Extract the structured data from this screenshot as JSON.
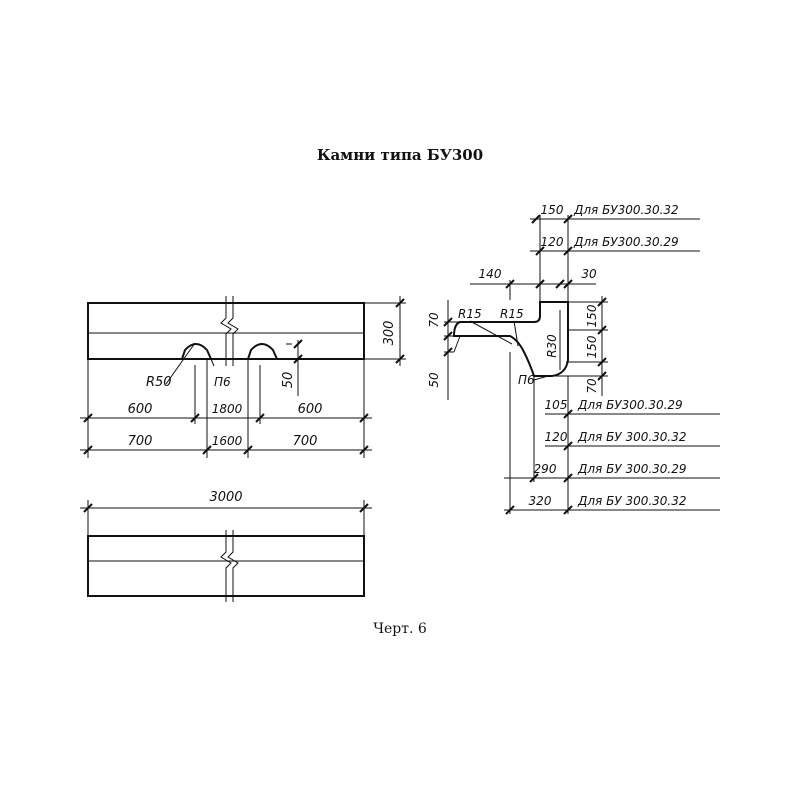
{
  "title": "Камни типа БУ300",
  "caption": "Черт. 6",
  "front": {
    "height": "300",
    "r50": "R50",
    "p6": "П6",
    "d50": "50",
    "left600": "600",
    "mid1800": "1800",
    "right600": "600",
    "left700": "700",
    "mid1600": "1600",
    "right700": "700"
  },
  "plan": {
    "length": "3000"
  },
  "section": {
    "d150": "150",
    "d120": "120",
    "lab_150": "Для БУ300.30.32",
    "lab_120": "Для БУ300.30.29",
    "d140": "140",
    "d30": "30",
    "r15a": "R15",
    "r15b": "R15",
    "r30": "R30",
    "d70l": "70",
    "d50l": "50",
    "d150r": "150",
    "d150r2": "150",
    "d70r": "70",
    "p6": "П6",
    "b105": "105",
    "b105_lab": "Для БУ300.30.29",
    "b120": "120",
    "b120_lab": "Для БУ 300.30.32",
    "b290": "290",
    "b290_lab": "Для БУ 300.30.29",
    "b320": "320",
    "b320_lab": "Для БУ 300.30.32"
  }
}
